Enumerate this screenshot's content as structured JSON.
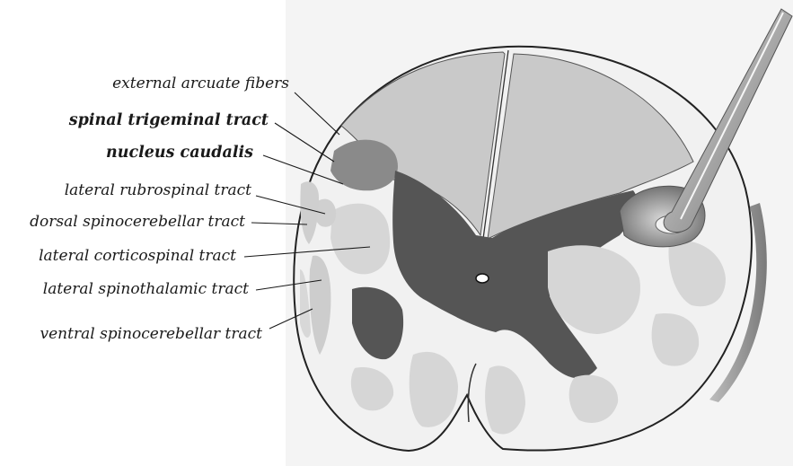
{
  "labels": {
    "external_arcuate_fibers": "external arcuate fibers",
    "spinal_trigeminal_tract": "spinal trigeminal tract",
    "nucleus_caudalis": "nucleus caudalis",
    "lateral_rubrospinal_tract": "lateral rubrospinal tract",
    "dorsal_spinocerebellar_tract": "dorsal spinocerebellar tract",
    "lateral_corticospinal_tract": "lateral corticospinal tract",
    "lateral_spinothalamic_tract": "lateral spinothalamic tract",
    "ventral_spinocerebellar_tract": "ventral spinocerebellar tract"
  },
  "colors": {
    "white_matter": "#f1f1f1",
    "gray_matter": "#555555",
    "dorsal_columns": "#c9c9c9",
    "tract_light": "#d6d6d6",
    "nucleus_caudalis": "#8a8a8a",
    "outline": "#222222",
    "instrument": "#9a9a9a"
  }
}
